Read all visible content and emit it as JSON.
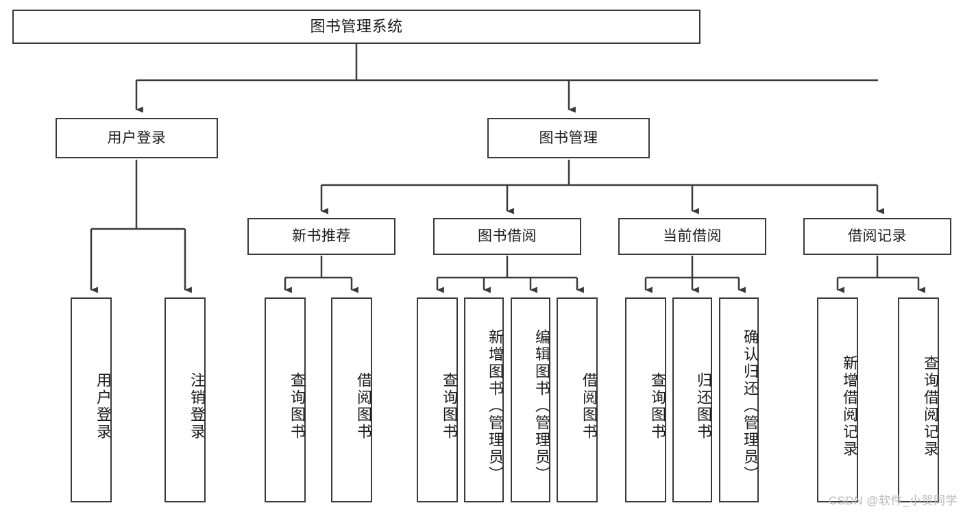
{
  "diagram": {
    "type": "tree",
    "title": "图书管理系统",
    "stroke_color": "#3a3a3a",
    "fill_color": "#ffffff",
    "text_color": "#1b1b1b"
  },
  "root": {
    "label": "图书管理系统"
  },
  "level2": {
    "user_login": {
      "label": "用户登录"
    },
    "book_manage": {
      "label": "图书管理"
    }
  },
  "level3": {
    "new_book_rec": {
      "label": "新书推荐"
    },
    "book_borrow": {
      "label": "图书借阅"
    },
    "current_borrow": {
      "label": "当前借阅"
    },
    "borrow_record": {
      "label": "借阅记录"
    }
  },
  "leaves": {
    "user_login": [
      {
        "label": "用户登录"
      },
      {
        "label": "注销登录"
      }
    ],
    "new_book_rec": [
      {
        "label": "查询图书"
      },
      {
        "label": "借阅图书"
      }
    ],
    "book_borrow": [
      {
        "label": "查询图书"
      },
      {
        "label": "新增图书（管理员）"
      },
      {
        "label": "编辑图书（管理员）"
      },
      {
        "label": "借阅图书"
      }
    ],
    "current_borrow": [
      {
        "label": "查询图书"
      },
      {
        "label": "归还图书"
      },
      {
        "label": "确认归还（管理员）"
      }
    ],
    "borrow_record": [
      {
        "label": "新增借阅记录"
      },
      {
        "label": "查询借阅记录"
      }
    ]
  },
  "watermark": {
    "text": "CSDN @软件_小贺同学"
  }
}
